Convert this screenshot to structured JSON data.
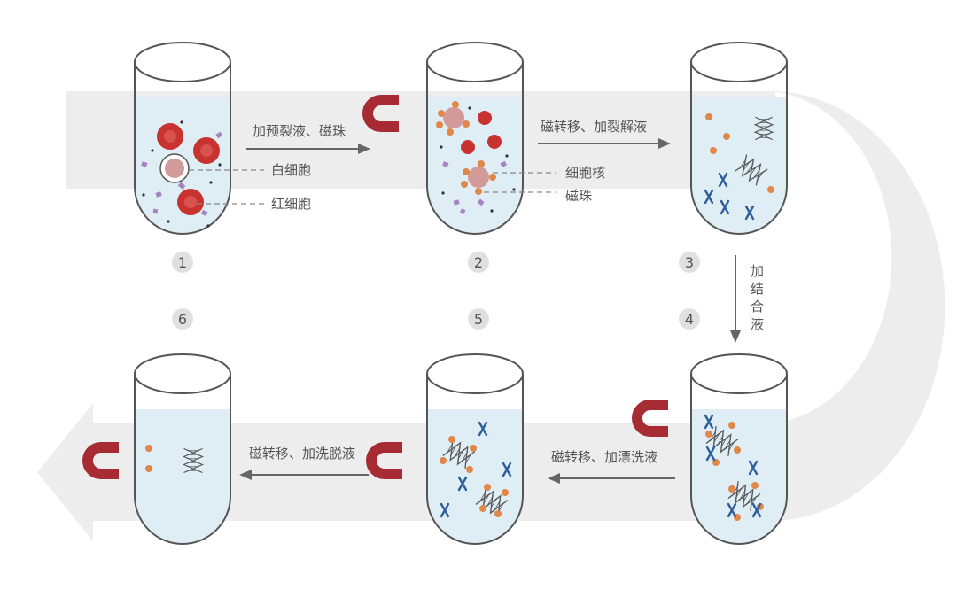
{
  "steps": [
    {
      "number": "1"
    },
    {
      "number": "2"
    },
    {
      "number": "3"
    },
    {
      "number": "4"
    },
    {
      "number": "5"
    },
    {
      "number": "6"
    }
  ],
  "labels": {
    "white_cell": "白细胞",
    "red_cell": "红细胞",
    "nucleus": "细胞核",
    "bead": "磁珠"
  },
  "arrows": {
    "a1": "加预裂液、磁珠",
    "a2": "磁转移、加裂解液",
    "a3": [
      "加",
      "结",
      "合",
      "液"
    ],
    "a4": "磁转移、加漂洗液",
    "a5": "磁转移、加洗脱液"
  },
  "colors": {
    "track": "#ededee",
    "liquid": "#dfedf5",
    "tube_outline": "#555555",
    "red_cell": "#c8322f",
    "white_cell": "#d29a98",
    "bead": "#e0874a",
    "magnet": "#a62b33",
    "debris": "#a384c0",
    "chromosome": "#2e5d9c"
  }
}
